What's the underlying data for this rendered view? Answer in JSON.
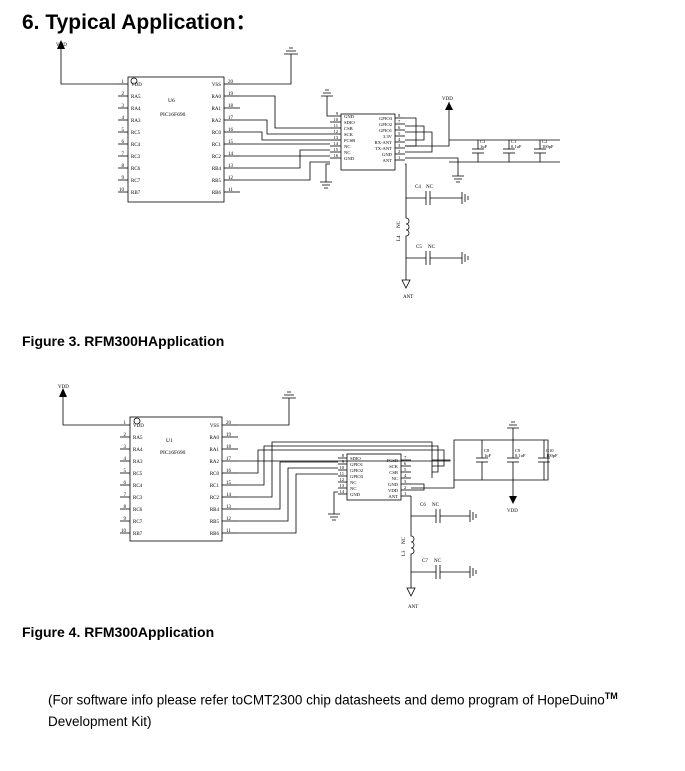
{
  "heading": "6. Typical Application：",
  "figure3": {
    "caption": "Figure 3. RFM300HApplication",
    "mcu_ref": "U6",
    "mcu_part": "PIC16F690",
    "vdd_label": "VDD",
    "left_pins": [
      {
        "num": "1",
        "name": "VDD"
      },
      {
        "num": "2",
        "name": "RA5"
      },
      {
        "num": "3",
        "name": "RA4"
      },
      {
        "num": "4",
        "name": "RA3"
      },
      {
        "num": "5",
        "name": "RC5"
      },
      {
        "num": "6",
        "name": "RC4"
      },
      {
        "num": "7",
        "name": "RC3"
      },
      {
        "num": "8",
        "name": "RC6"
      },
      {
        "num": "9",
        "name": "RC7"
      },
      {
        "num": "10",
        "name": "RB7"
      }
    ],
    "right_pins": [
      {
        "num": "20",
        "name": "VSS"
      },
      {
        "num": "19",
        "name": "RA0"
      },
      {
        "num": "18",
        "name": "RA1"
      },
      {
        "num": "17",
        "name": "RA2"
      },
      {
        "num": "16",
        "name": "RC0"
      },
      {
        "num": "15",
        "name": "RC1"
      },
      {
        "num": "14",
        "name": "RC2"
      },
      {
        "num": "13",
        "name": "RB4"
      },
      {
        "num": "12",
        "name": "RB5"
      },
      {
        "num": "11",
        "name": "RB6"
      }
    ],
    "module_left": [
      {
        "num": "9",
        "name": "GND"
      },
      {
        "num": "10",
        "name": "SDIO"
      },
      {
        "num": "11",
        "name": "CSB"
      },
      {
        "num": "12",
        "name": "SCK"
      },
      {
        "num": "13",
        "name": "FCSB"
      },
      {
        "num": "14",
        "name": "NC"
      },
      {
        "num": "15",
        "name": "NC"
      },
      {
        "num": "16",
        "name": "GND"
      }
    ],
    "module_right": [
      {
        "num": "8",
        "name": "GPIO3"
      },
      {
        "num": "7",
        "name": "GPIO2"
      },
      {
        "num": "6",
        "name": "GPIO1"
      },
      {
        "num": "5",
        "name": "3.3V"
      },
      {
        "num": "4",
        "name": "RX-ANT"
      },
      {
        "num": "3",
        "name": "TX-ANT"
      },
      {
        "num": "2",
        "name": "GND"
      },
      {
        "num": "1",
        "name": "ANT"
      }
    ],
    "caps": [
      {
        "ref": "C3",
        "val": "1uF"
      },
      {
        "ref": "C1",
        "val": "0.1uF"
      },
      {
        "ref": "C2",
        "val": "100pF"
      }
    ],
    "c4": {
      "ref": "C4",
      "val": "NC"
    },
    "c5": {
      "ref": "C5",
      "val": "NC"
    },
    "inductor": {
      "ref": "L4",
      "val": "NC"
    },
    "ant_label": "ANT"
  },
  "figure4": {
    "caption": "Figure 4. RFM300Application",
    "mcu_ref": "U1",
    "mcu_part": "PIC16F690",
    "vdd_label": "VDD",
    "vdd2_label": "VDD",
    "left_pins": [
      {
        "num": "1",
        "name": "VDD"
      },
      {
        "num": "2",
        "name": "RA5"
      },
      {
        "num": "3",
        "name": "RA4"
      },
      {
        "num": "4",
        "name": "RA3"
      },
      {
        "num": "5",
        "name": "RC5"
      },
      {
        "num": "6",
        "name": "RC4"
      },
      {
        "num": "7",
        "name": "RC3"
      },
      {
        "num": "8",
        "name": "RC6"
      },
      {
        "num": "9",
        "name": "RC7"
      },
      {
        "num": "10",
        "name": "RB7"
      }
    ],
    "right_pins": [
      {
        "num": "20",
        "name": "VSS"
      },
      {
        "num": "19",
        "name": "RA0"
      },
      {
        "num": "18",
        "name": "RA1"
      },
      {
        "num": "17",
        "name": "RA2"
      },
      {
        "num": "16",
        "name": "RC0"
      },
      {
        "num": "15",
        "name": "RC1"
      },
      {
        "num": "14",
        "name": "RC2"
      },
      {
        "num": "13",
        "name": "RB4"
      },
      {
        "num": "12",
        "name": "RB5"
      },
      {
        "num": "11",
        "name": "RB6"
      }
    ],
    "module_left": [
      {
        "num": "8",
        "name": "SDIO"
      },
      {
        "num": "9",
        "name": "GPIO1"
      },
      {
        "num": "10",
        "name": "GPIO2"
      },
      {
        "num": "11",
        "name": "GPIO3"
      },
      {
        "num": "12",
        "name": "NC"
      },
      {
        "num": "13",
        "name": "NC"
      },
      {
        "num": "14",
        "name": "GND"
      }
    ],
    "module_right": [
      {
        "num": "7",
        "name": "FCSB"
      },
      {
        "num": "6",
        "name": "SCK"
      },
      {
        "num": "5",
        "name": "CSB"
      },
      {
        "num": "4",
        "name": "NC"
      },
      {
        "num": "3",
        "name": "GND"
      },
      {
        "num": "2",
        "name": "VDD"
      },
      {
        "num": "1",
        "name": "ANT"
      }
    ],
    "caps": [
      {
        "ref": "C8",
        "val": "1uF"
      },
      {
        "ref": "C9",
        "val": "0.1uF"
      },
      {
        "ref": "C10",
        "val": "100pF"
      }
    ],
    "c6": {
      "ref": "C6",
      "val": "NC"
    },
    "c7": {
      "ref": "C7",
      "val": "NC"
    },
    "inductor": {
      "ref": "L3",
      "val": "NC"
    },
    "ant_label": "ANT"
  },
  "note": {
    "text1": "(For software info please refer toCMT2300 chip datasheets and demo program of HopeDuino",
    "tm": "TM",
    "text2": " Development Kit)"
  }
}
